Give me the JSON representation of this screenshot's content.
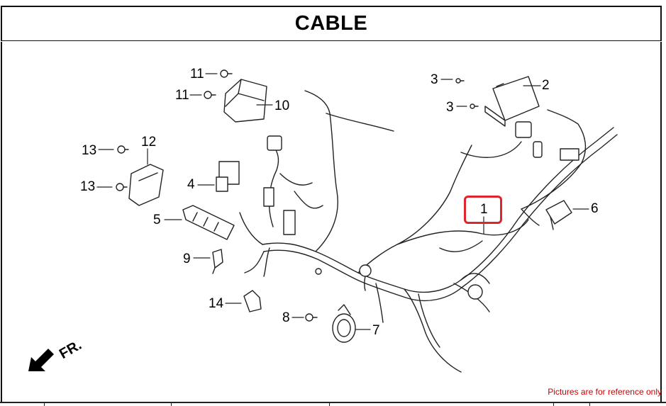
{
  "title": "CABLE",
  "note": "Pictures are for reference only",
  "fr_label": "FR.",
  "callouts": {
    "c1": "1",
    "c2": "2",
    "c3a": "3",
    "c3b": "3",
    "c4": "4",
    "c5": "5",
    "c6": "6",
    "c7": "7",
    "c8": "8",
    "c9": "9",
    "c10": "10",
    "c11a": "11",
    "c11b": "11",
    "c12": "12",
    "c13a": "13",
    "c13b": "13",
    "c14": "14"
  },
  "highlight_color": "#e0242c",
  "note_color": "#cc0000",
  "icons": {
    "direction": "arrow-down-left-icon"
  }
}
